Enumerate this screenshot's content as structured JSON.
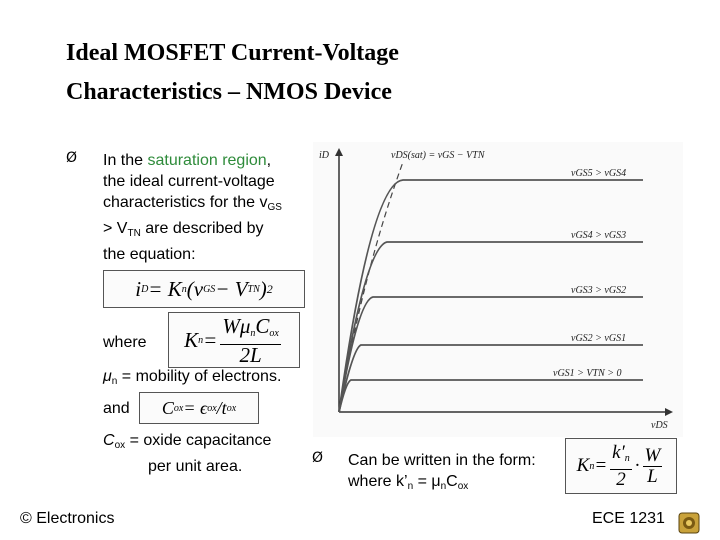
{
  "title": {
    "line1": "Ideal MOSFET Current-Voltage",
    "line2": "Characteristics – NMOS Device"
  },
  "bullet_symbol": "Ø",
  "intro": {
    "pre": "In the ",
    "highlight": "saturation region",
    "line1_post": ",",
    "line2": "the ideal current-voltage",
    "line3_pre": "characteristics for the v",
    "line3_sub": "GS",
    "line4_pre": "> V",
    "line4_sub": "TN",
    "line4_post": " are described by",
    "line5": "the equation:"
  },
  "eq_main": {
    "lhs": "i",
    "lhs_sub": "D",
    "eq": " = K",
    "k_sub": "n",
    "rest": "(v",
    "v_sub": "GS",
    "minus": " − V",
    "vt_sub": "TN",
    "close": ")",
    "pow": "2"
  },
  "where_label": "where",
  "eq_kn": {
    "lhs": "K",
    "lhs_sub": "n",
    "eq": " = ",
    "num": "Wμ",
    "num_sub": "n",
    "num2": "C",
    "num2_sub": "ox",
    "den": "2L"
  },
  "mobility": {
    "mu": "μ",
    "sub": "n",
    "text": " = mobility of electrons."
  },
  "and_label": "and",
  "eq_cox": {
    "c": "C",
    "c_sub": "ox",
    "eq": " = ϵ",
    "e_sub": "ox",
    "slash": "/t",
    "t_sub": "ox"
  },
  "cox_def": {
    "c": "C",
    "c_sub": "ox",
    "line1": " = oxide capacitance",
    "line2": "per unit area."
  },
  "form": {
    "line1": "Can be written in the form:",
    "line2_pre": "where k’",
    "line2_sub1": "n",
    "line2_mid": " = μ",
    "line2_sub2": "n",
    "line2_post": "C",
    "line2_sub3": "ox"
  },
  "eq_kprime": {
    "lhs": "K",
    "lhs_sub": "n",
    "eq": " = ",
    "num1": "k′",
    "num1_sub": "n",
    "den1": "2",
    "dot": "·",
    "num2": "W",
    "den2": "L"
  },
  "graph": {
    "y_label": "iD",
    "x_label": "vDS",
    "sat_label": "vDS(sat) = vGS − VTN",
    "curve_labels": [
      "vGS5 > vGS4",
      "vGS4 > vGS3",
      "vGS3 > vGS2",
      "vGS2 > vGS1",
      "vGS1 > VTN > 0"
    ]
  },
  "footer": {
    "left": "© Electronics",
    "right": "ECE 1231"
  }
}
